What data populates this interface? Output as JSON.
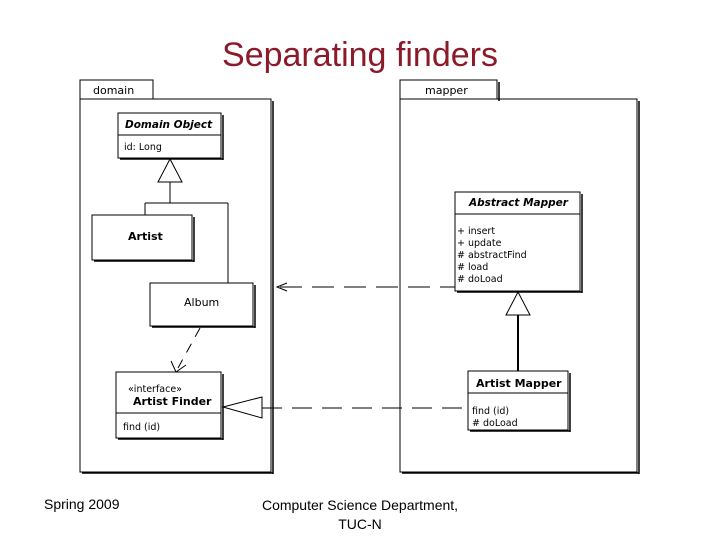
{
  "title": "Separating finders",
  "packages": {
    "domain": "domain",
    "mapper": "mapper"
  },
  "classes": {
    "domain_object": {
      "name": "Domain Object",
      "attribute": "id: Long"
    },
    "artist": {
      "name": "Artist"
    },
    "album": {
      "name": "Album"
    },
    "artist_finder": {
      "stereotype": "«interface»",
      "name": "Artist Finder",
      "operation": "find (id)"
    },
    "abstract_mapper": {
      "name": "Abstract Mapper",
      "operations": [
        "+ insert",
        "+ update",
        "# abstractFind",
        "# load",
        "# doLoad"
      ]
    },
    "artist_mapper": {
      "name": "Artist Mapper",
      "operations": [
        "find (id)",
        "# doLoad"
      ]
    }
  },
  "footer": {
    "left": "Spring 2009",
    "center_line1": "Computer Science Department,",
    "center_line2": "TUC-N"
  }
}
